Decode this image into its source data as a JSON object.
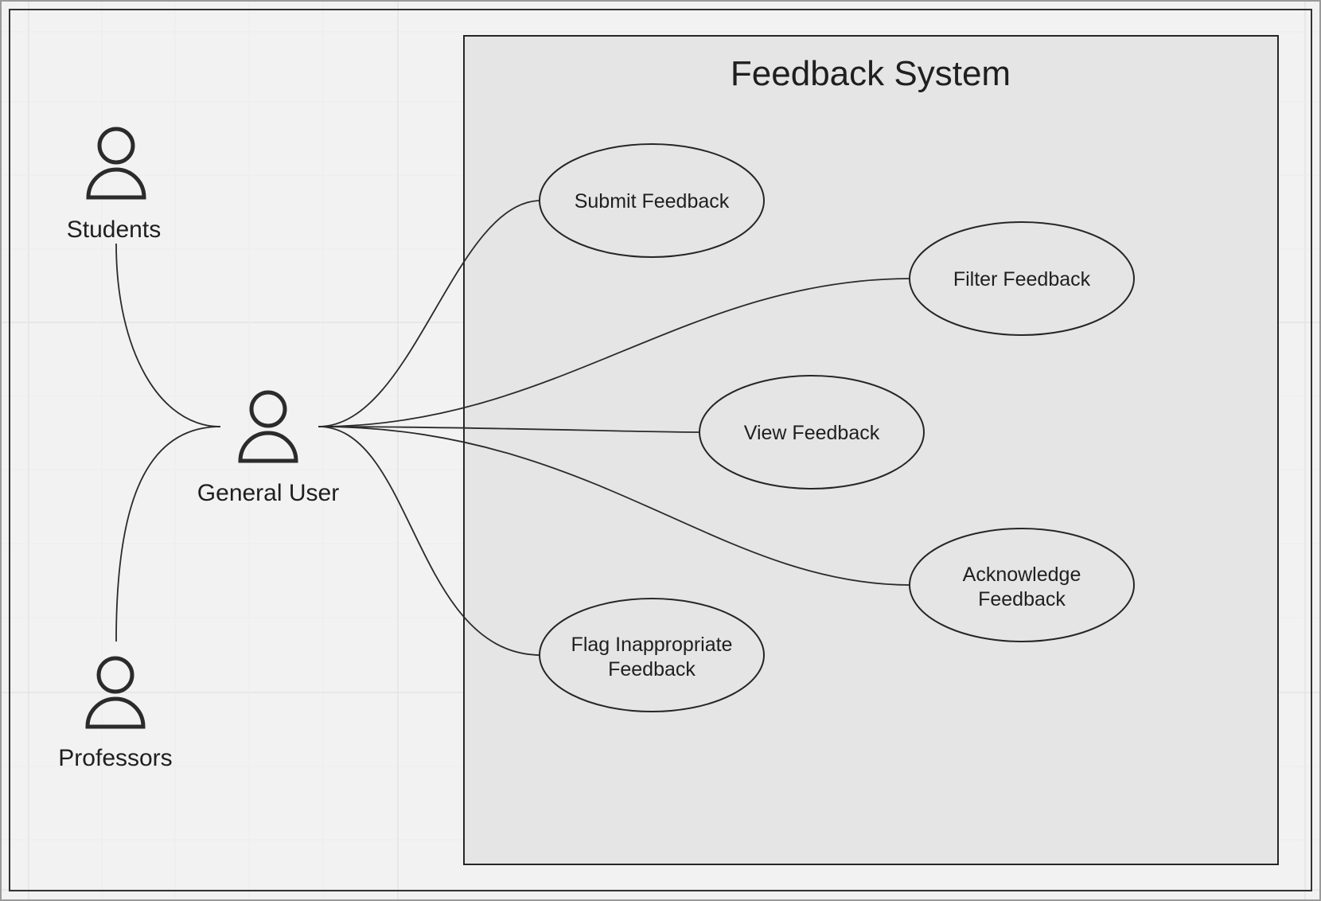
{
  "diagram": {
    "system": {
      "title": "Feedback System"
    },
    "actors": [
      {
        "id": "students",
        "label": "Students",
        "icon": "person-icon"
      },
      {
        "id": "general-user",
        "label": "General User",
        "icon": "person-icon"
      },
      {
        "id": "professors",
        "label": "Professors",
        "icon": "person-icon"
      }
    ],
    "use_cases": [
      {
        "id": "submit-feedback",
        "lines": [
          "Submit Feedback"
        ]
      },
      {
        "id": "filter-feedback",
        "lines": [
          "Filter Feedback"
        ]
      },
      {
        "id": "view-feedback",
        "lines": [
          "View Feedback"
        ]
      },
      {
        "id": "acknowledge-feedback",
        "lines": [
          "Acknowledge",
          "Feedback"
        ]
      },
      {
        "id": "flag-inappropriate-feedback",
        "lines": [
          "Flag Inappropriate",
          "Feedback"
        ]
      }
    ],
    "connections": [
      {
        "from": "students",
        "to": "general-user"
      },
      {
        "from": "professors",
        "to": "general-user"
      },
      {
        "from": "general-user",
        "to": "submit-feedback"
      },
      {
        "from": "general-user",
        "to": "filter-feedback"
      },
      {
        "from": "general-user",
        "to": "view-feedback"
      },
      {
        "from": "general-user",
        "to": "acknowledge-feedback"
      },
      {
        "from": "general-user",
        "to": "flag-inappropriate-feedback"
      }
    ]
  }
}
